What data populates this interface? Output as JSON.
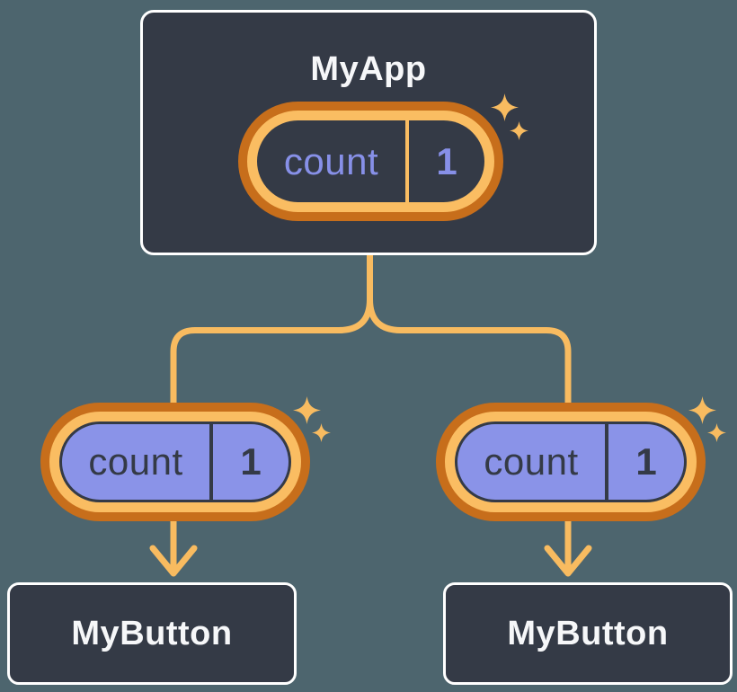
{
  "colors": {
    "background": "#4D656E",
    "node-fill": "#343A46",
    "node-border": "#FFFFFF",
    "ring-outer": "#C76E1B",
    "ring-inner": "#FABD62",
    "pill-fill": "#8A93E8",
    "state-text-periwinkle": "#8790E8",
    "state-text-dark": "#343A46",
    "label-text": "#F6F7F9",
    "connector": "#F8BB60"
  },
  "tree": {
    "root": {
      "label": "MyApp",
      "state": {
        "name": "count",
        "value": "1"
      }
    },
    "children": [
      {
        "label": "MyButton",
        "state": {
          "name": "count",
          "value": "1"
        }
      },
      {
        "label": "MyButton",
        "state": {
          "name": "count",
          "value": "1"
        }
      }
    ]
  }
}
